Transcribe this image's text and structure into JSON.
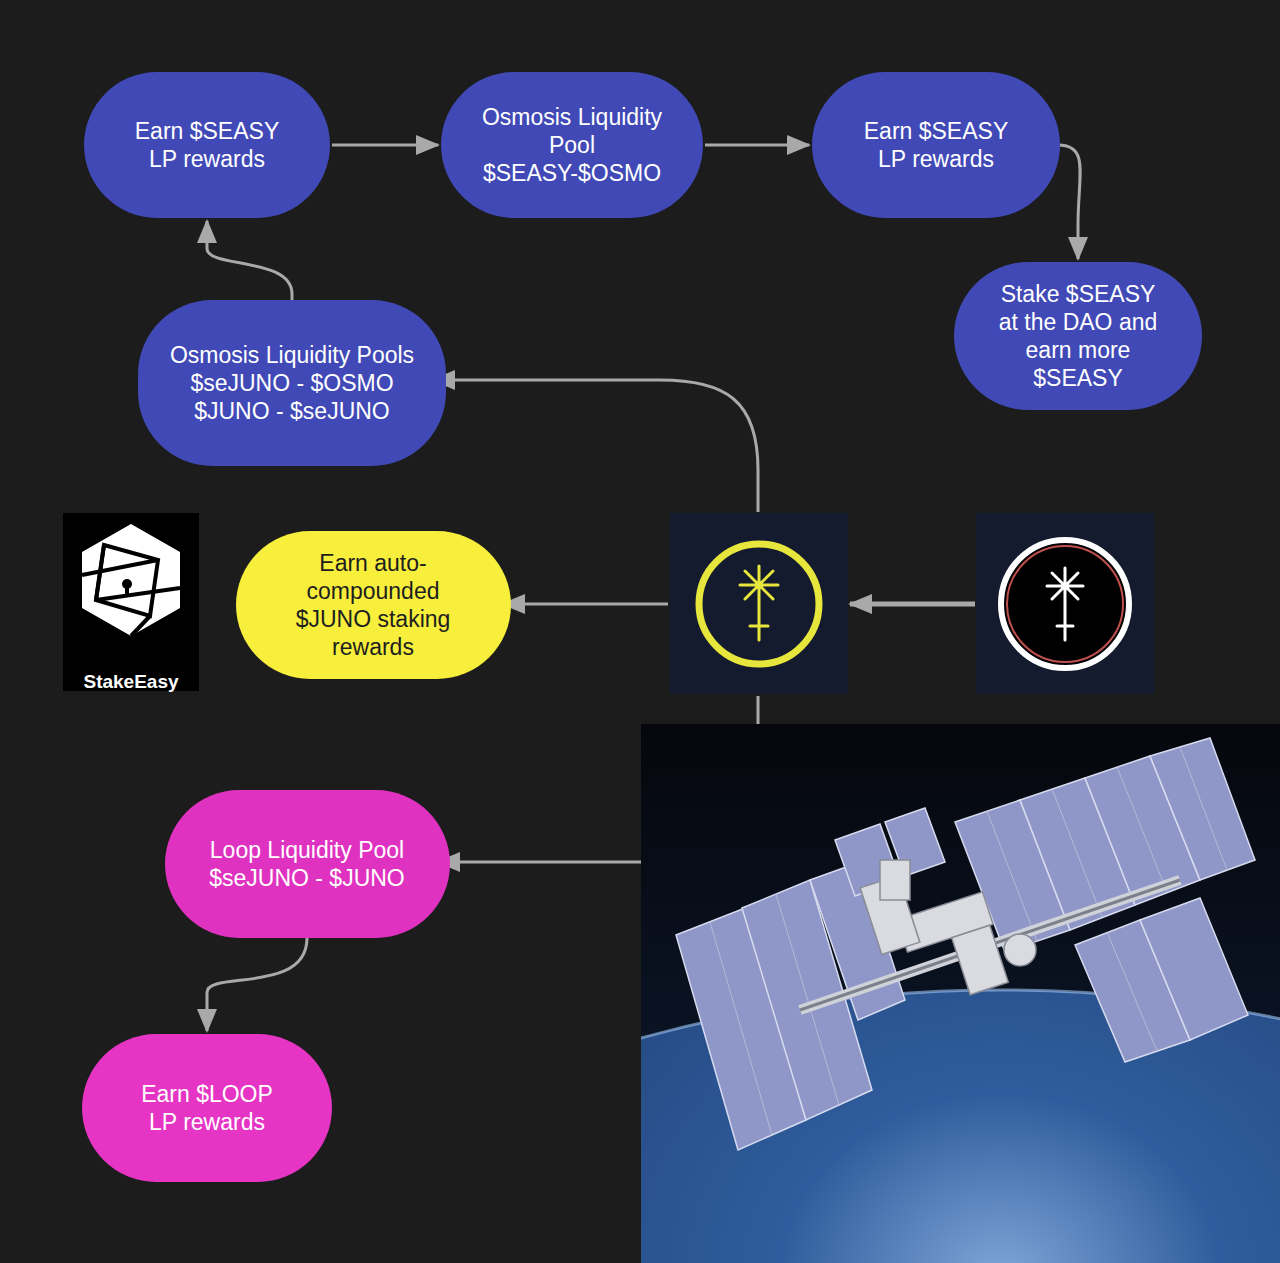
{
  "diagram": {
    "nodes": [
      {
        "text": [
          "Earn $SEASY LP rewards"
        ]
      },
      {
        "text": [
          "Osmosis Liquidity Pool $SEASY-$OSMO"
        ]
      },
      {
        "text": [
          "Earn $SEASY LP rewards"
        ]
      },
      {
        "text": [
          "Stake $SEASY at the DAO and earn more $SEASY"
        ]
      },
      {
        "text": [
          "Osmosis Liquidity Pools",
          "$seJUNO - $OSMO",
          "$JUNO - $seJUNO"
        ]
      },
      {
        "text": [
          "Earn auto-compounded $JUNO staking rewards"
        ]
      },
      {
        "text": [
          "Loop Liquidity Pool $seJUNO - $JUNO"
        ]
      },
      {
        "text": [
          "Earn $LOOP LP rewards"
        ]
      }
    ],
    "edges": [
      {
        "from": 4,
        "to": 0,
        "arrow": "to"
      },
      {
        "from": 0,
        "to": 1,
        "arrow": "to"
      },
      {
        "from": 1,
        "to": 2,
        "arrow": "to"
      },
      {
        "from": 2,
        "to": 3,
        "arrow": "to"
      },
      {
        "from": 6,
        "to": 7,
        "arrow": "to"
      }
    ],
    "labels": [
      "StakeEasy"
    ]
  }
}
